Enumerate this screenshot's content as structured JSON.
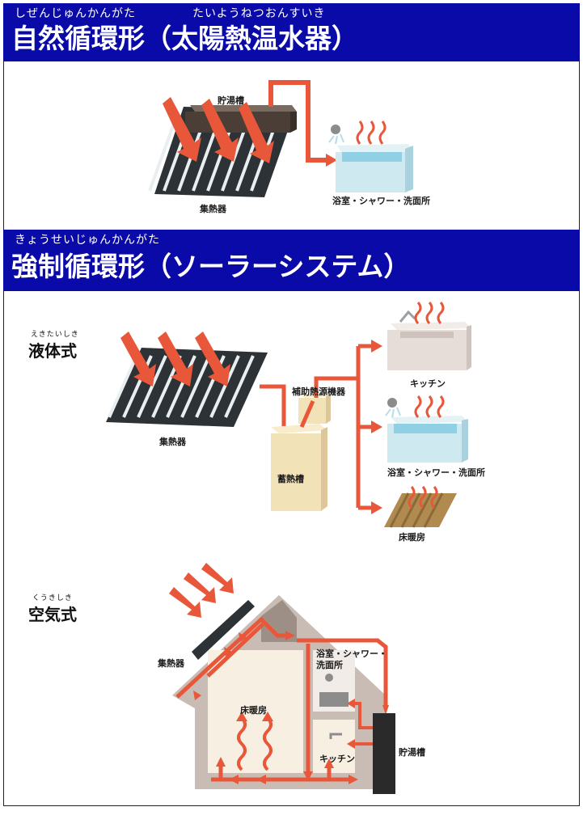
{
  "section1": {
    "ruby_left": "しぜんじゅんかんがた",
    "ruby_right": "たいようねつおんすいき",
    "title": "自然循環形（太陽熱温水器）",
    "labels": {
      "tank": "貯湯槽",
      "collector": "集熱器",
      "bath": "浴室・シャワー・洗面所"
    }
  },
  "section2": {
    "ruby": "きょうせいじゅんかんがた",
    "title": "強制循環形（ソーラーシステム）"
  },
  "liquid": {
    "ruby": "えきたいしき",
    "title": "液体式",
    "labels": {
      "collector": "集熱器",
      "aux": "補助熱源機器",
      "storage": "蓄熱槽",
      "kitchen": "キッチン",
      "bath": "浴室・シャワー・洗面所",
      "floor": "床暖房"
    }
  },
  "air": {
    "ruby": "くうきしき",
    "title": "空気式",
    "labels": {
      "collector": "集熱器",
      "floor": "床暖房",
      "bath_line1": "浴室・シャワー・",
      "bath_line2": "洗面所",
      "kitchen": "キッチン",
      "tank": "貯湯槽"
    }
  },
  "colors": {
    "header_blue": "#0a0aa8",
    "arrow_red": "#e8573a",
    "panel_dark": "#2c3236",
    "tank_brown": "#4a3e36",
    "storage_beige": "#f2e2b8",
    "water_blue": "#bfe3ec",
    "house_gray": "#c9bcb4"
  }
}
